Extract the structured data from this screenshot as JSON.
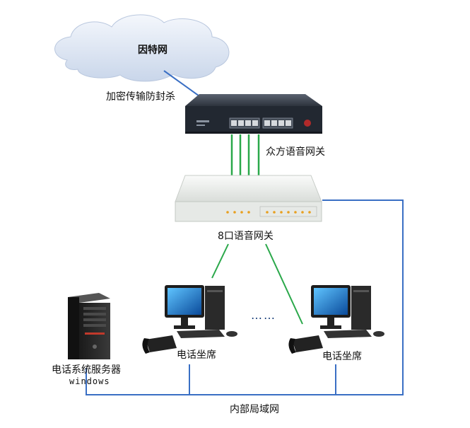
{
  "labels": {
    "internet": "因特网",
    "encryption": "加密传输防封杀",
    "gateway_brand": "众方语音网关",
    "gateway_8port": "8口语音网关",
    "agent_left": "电话坐席",
    "agent_right": "电话坐席",
    "server": "电话系统服务器",
    "server_os": "windows",
    "lan": "内部局域网",
    "ellipsis": "……"
  },
  "colors": {
    "link_blue": "#3a6fc4",
    "link_green": "#2aa84a",
    "cloud": "#dde6f3",
    "switch_dark": "#2e3540",
    "gateway_light": "#eef0ee"
  }
}
